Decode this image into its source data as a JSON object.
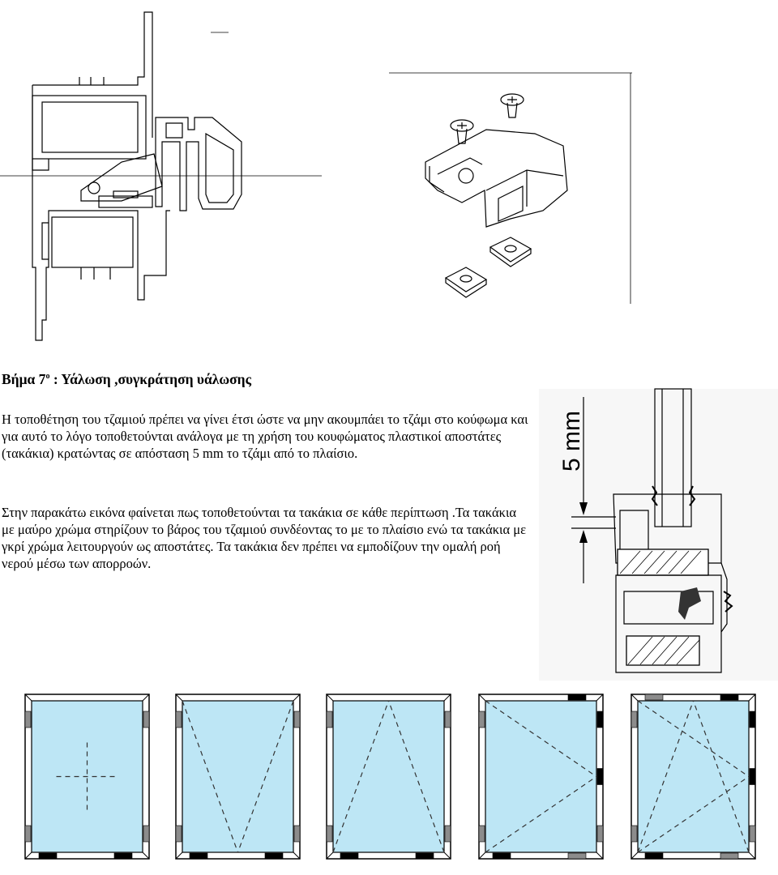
{
  "heading": {
    "prefix": "Βήμα 7",
    "sup": "ο",
    "title": " : Υάλωση ,συγκράτηση υάλωσης"
  },
  "paragraphs": [
    "Η τοποθέτηση του τζαμιού πρέπει να γίνει έτσι ώστε να μην ακουμπάει το τζάμι στο κούφωμα και για αυτό το λόγο τοποθετούνται ανάλογα με τη χρήση του κουφώματος πλαστικοί αποστάτες (τακάκια) κρατώντας σε απόσταση 5 mm το τζάμι από το πλαίσιο.",
    "Στην παρακάτω εικόνα φαίνεται πως τοποθετούνται τα τακάκια σε κάθε περίπτωση .Τα τακάκια με μαύρο χρώμα στηρίζουν το βάρος του τζαμιού συνδέοντας το με το πλαίσιο ενώ τα τακάκια με γκρί χρώμα λειτουργούν ως αποστάτες. Τα τακάκια δεν πρέπει να εμποδίζουν την ομαλή ροή νερού μέσω των απορροών."
  ],
  "dimension_label": "5 mm",
  "colors": {
    "glass": "#bde6f5",
    "frame": "#ffffff",
    "block_support": "#000000",
    "block_spacer": "#8c8c8c"
  },
  "windows": [
    {
      "id": "fixed",
      "opening": "fixed-cross"
    },
    {
      "id": "bottom-hung",
      "opening": "v-down"
    },
    {
      "id": "top-hung",
      "opening": "v-up"
    },
    {
      "id": "side-hung",
      "opening": "side"
    },
    {
      "id": "tilt-turn",
      "opening": "tilt-turn"
    }
  ]
}
